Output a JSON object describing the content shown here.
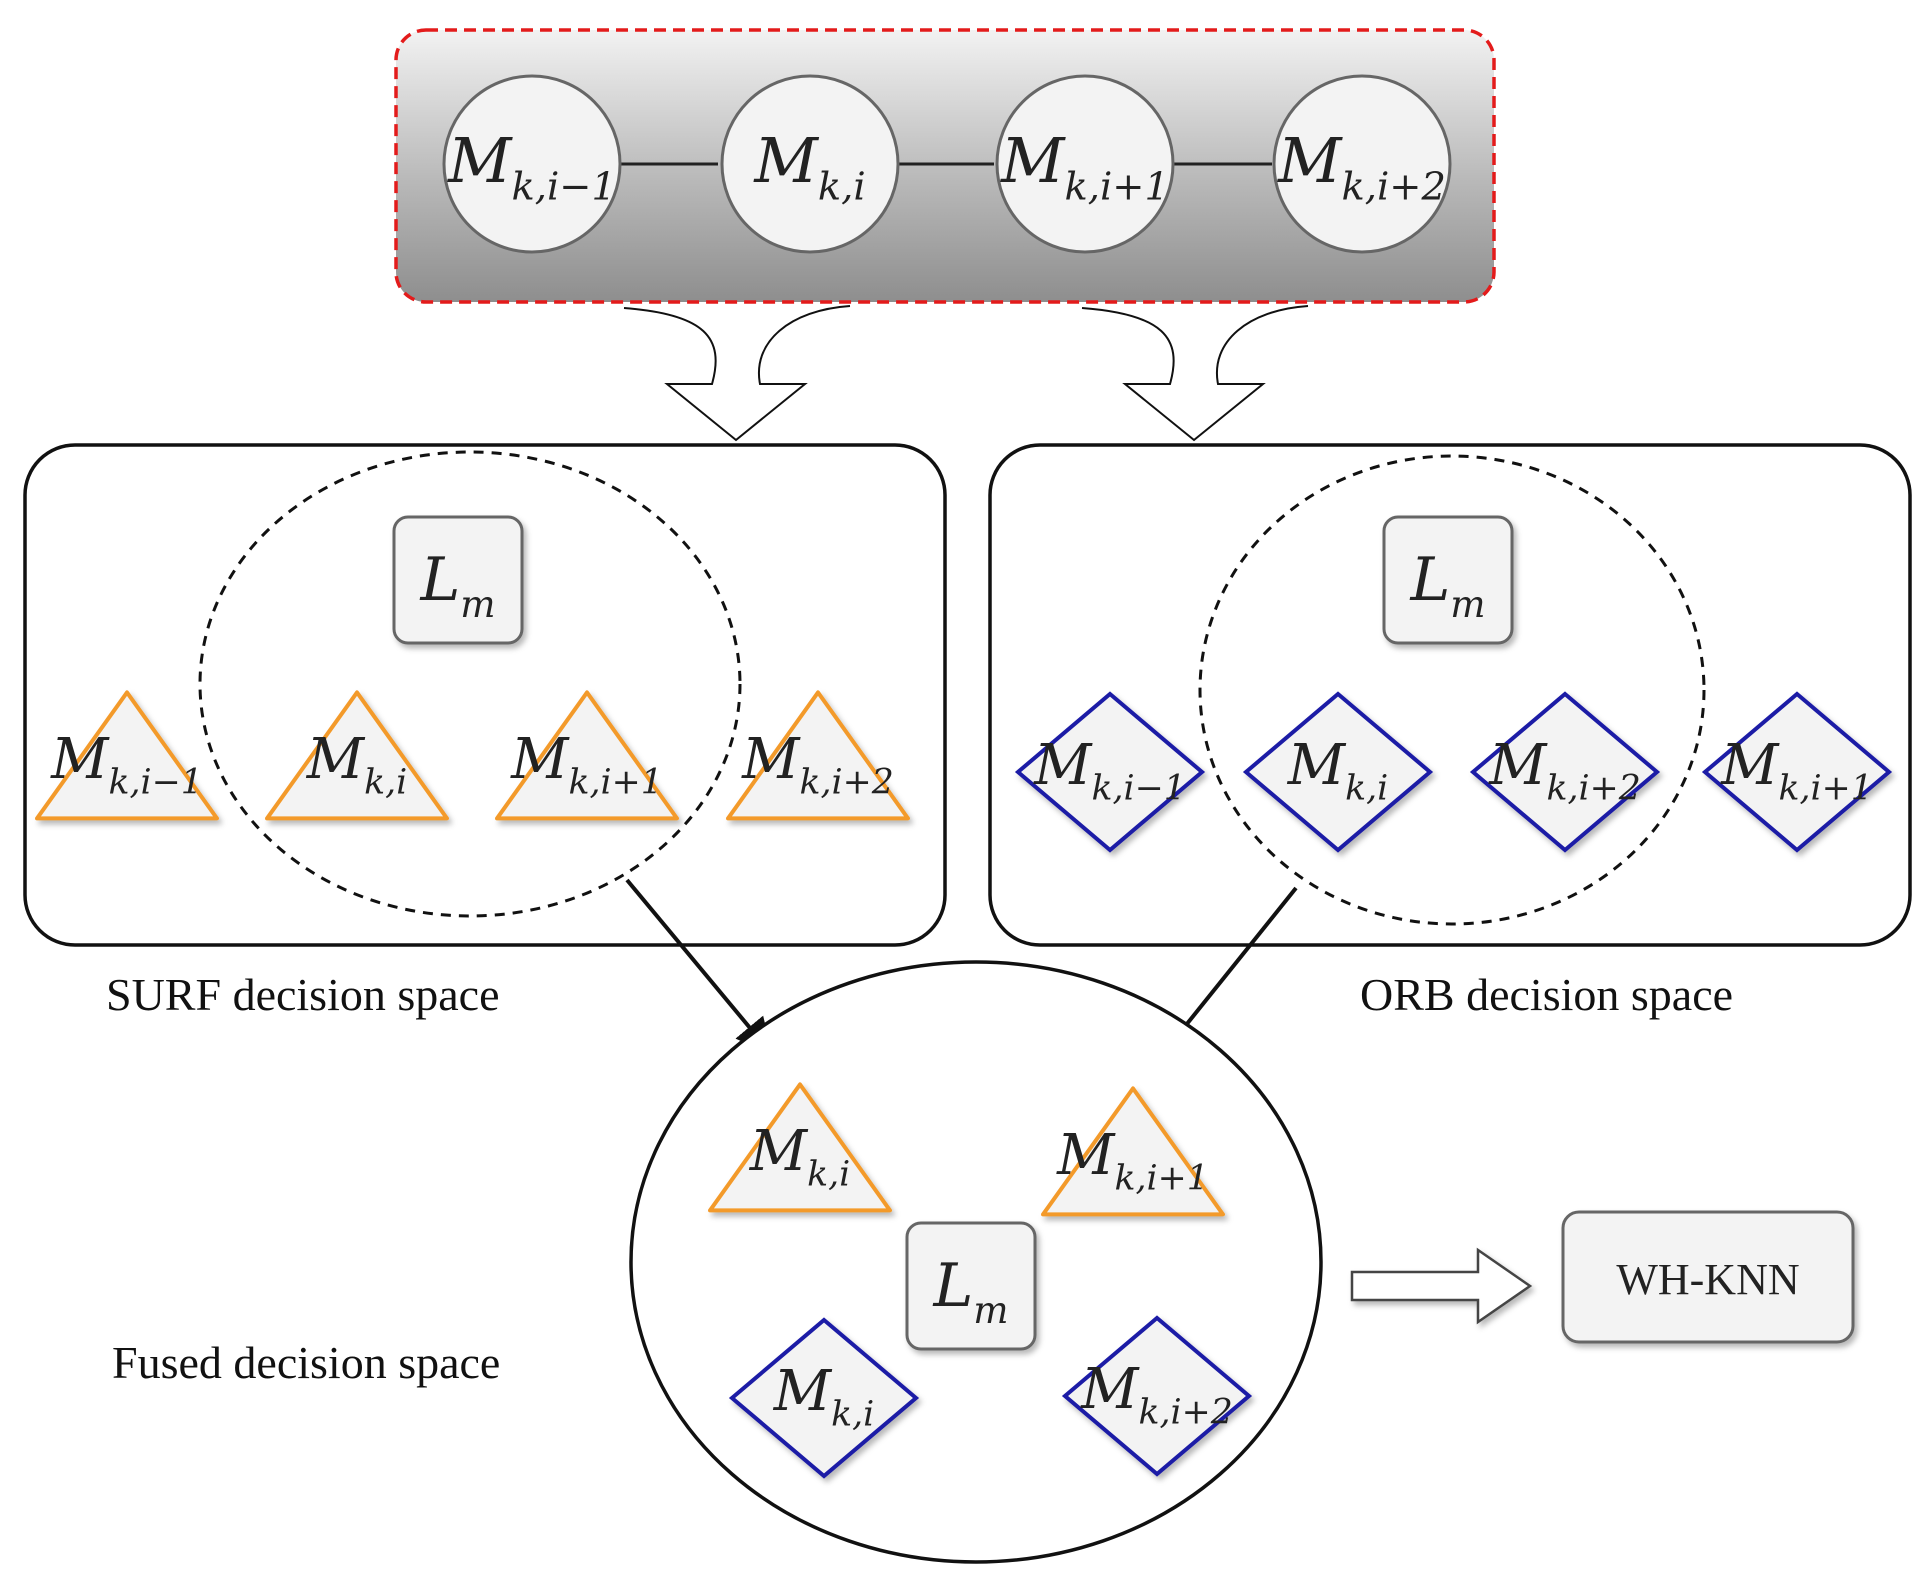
{
  "colors": {
    "surf": "#F39A2A",
    "orb": "#1A1AA6",
    "chain_border": "#E31B1B",
    "node_fill": "#F3F3F3",
    "node_stroke": "#666666"
  },
  "chain": {
    "nodes": [
      {
        "main": "M",
        "sub": "k,i−1"
      },
      {
        "main": "M",
        "sub": "k,i"
      },
      {
        "main": "M",
        "sub": "k,i+1"
      },
      {
        "main": "M",
        "sub": "k,i+2"
      }
    ]
  },
  "surf_space": {
    "caption": "SURF decision space",
    "landmark": {
      "main": "L",
      "sub": "m"
    },
    "items": [
      {
        "main": "M",
        "sub": "k,i−1",
        "shape": "triangle"
      },
      {
        "main": "M",
        "sub": "k,i",
        "shape": "triangle"
      },
      {
        "main": "M",
        "sub": "k,i+1",
        "shape": "triangle"
      },
      {
        "main": "M",
        "sub": "k,i+2",
        "shape": "triangle"
      }
    ]
  },
  "orb_space": {
    "caption": "ORB decision space",
    "landmark": {
      "main": "L",
      "sub": "m"
    },
    "items": [
      {
        "main": "M",
        "sub": "k,i−1",
        "shape": "diamond"
      },
      {
        "main": "M",
        "sub": "k,i",
        "shape": "diamond"
      },
      {
        "main": "M",
        "sub": "k,i+2",
        "shape": "diamond"
      },
      {
        "main": "M",
        "sub": "k,i+1",
        "shape": "diamond"
      }
    ]
  },
  "fused_space": {
    "caption": "Fused decision space",
    "landmark": {
      "main": "L",
      "sub": "m"
    },
    "items": [
      {
        "main": "M",
        "sub": "k,i",
        "shape": "triangle"
      },
      {
        "main": "M",
        "sub": "k,i+1",
        "shape": "triangle"
      },
      {
        "main": "M",
        "sub": "k,i",
        "shape": "diamond"
      },
      {
        "main": "M",
        "sub": "k,i+2",
        "shape": "diamond"
      }
    ]
  },
  "output": {
    "label": "WH-KNN"
  }
}
